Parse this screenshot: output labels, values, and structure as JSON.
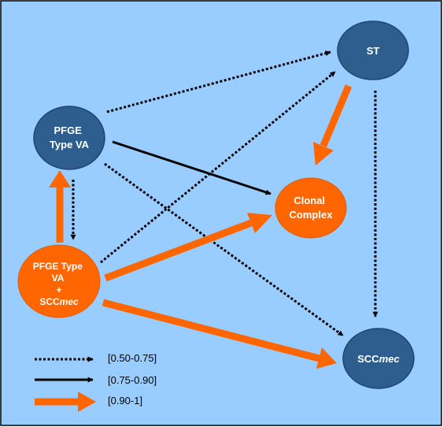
{
  "colors": {
    "background": "#99CCFF",
    "border": "#000000",
    "blue_node": "#2E5E8E",
    "blue_node_stroke": "#1F4570",
    "orange": "#FF6600"
  },
  "nodes": {
    "st": {
      "label": "ST",
      "color": "blue"
    },
    "pfge_type_va": {
      "label_line1": "PFGE",
      "label_line2": "Type VA",
      "color": "blue"
    },
    "clonal_complex": {
      "label_line1": "Clonal",
      "label_line2": "Complex",
      "color": "orange"
    },
    "pfge_type_va_sccmec": {
      "label_line1": "PFGE Type",
      "label_line2": "VA",
      "label_line3": "+",
      "label_line4_normal": "SCC",
      "label_line4_italic": "mec",
      "color": "orange"
    },
    "sccmec": {
      "label_normal": "SCC",
      "label_italic": "mec",
      "color": "blue"
    }
  },
  "edges": [
    {
      "from": "pfge_type_va",
      "to": "st",
      "style": "dotted"
    },
    {
      "from": "pfge_type_va",
      "to": "clonal_complex",
      "style": "solid"
    },
    {
      "from": "pfge_type_va",
      "to": "sccmec",
      "style": "dotted"
    },
    {
      "from": "pfge_type_va",
      "to": "pfge_type_va_sccmec",
      "style": "dotted"
    },
    {
      "from": "pfge_type_va_sccmec",
      "to": "pfge_type_va",
      "style": "thick"
    },
    {
      "from": "pfge_type_va_sccmec",
      "to": "st",
      "style": "dotted"
    },
    {
      "from": "pfge_type_va_sccmec",
      "to": "clonal_complex",
      "style": "thick"
    },
    {
      "from": "pfge_type_va_sccmec",
      "to": "sccmec",
      "style": "thick"
    },
    {
      "from": "st",
      "to": "clonal_complex",
      "style": "thick"
    },
    {
      "from": "st",
      "to": "sccmec",
      "style": "dotted"
    }
  ],
  "legend": {
    "dotted": "[0.50-0.75]",
    "solid": "[0.75-0.90]",
    "thick": "[0.90-1]"
  }
}
